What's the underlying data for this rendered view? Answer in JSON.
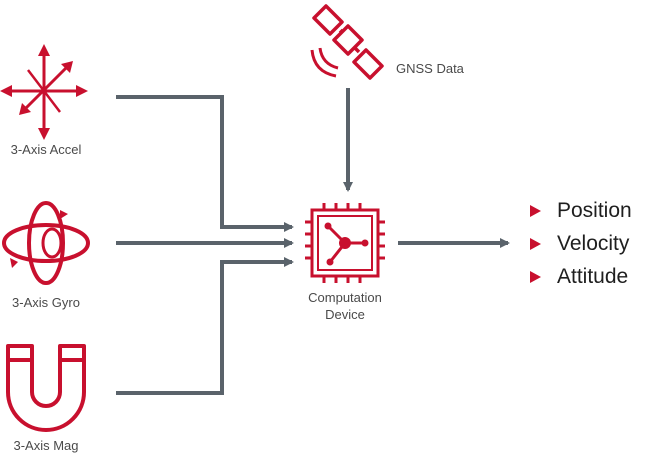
{
  "inputs": {
    "accel_label": "3-Axis Accel",
    "gyro_label": "3-Axis Gyro",
    "mag_label": "3-Axis Mag",
    "gnss_label": "GNSS Data"
  },
  "device": {
    "label_line1": "Computation",
    "label_line2": "Device"
  },
  "outputs": [
    "Position",
    "Velocity",
    "Attitude"
  ],
  "colors": {
    "accent": "#c8102e",
    "arrow": "#5a636b",
    "text": "#4a4a4a"
  },
  "icons": {
    "accel": "multi-axis-arrows-icon",
    "gyro": "gyroscope-icon",
    "mag": "horseshoe-magnet-icon",
    "gnss": "satellite-icon",
    "device": "processor-chip-icon"
  }
}
